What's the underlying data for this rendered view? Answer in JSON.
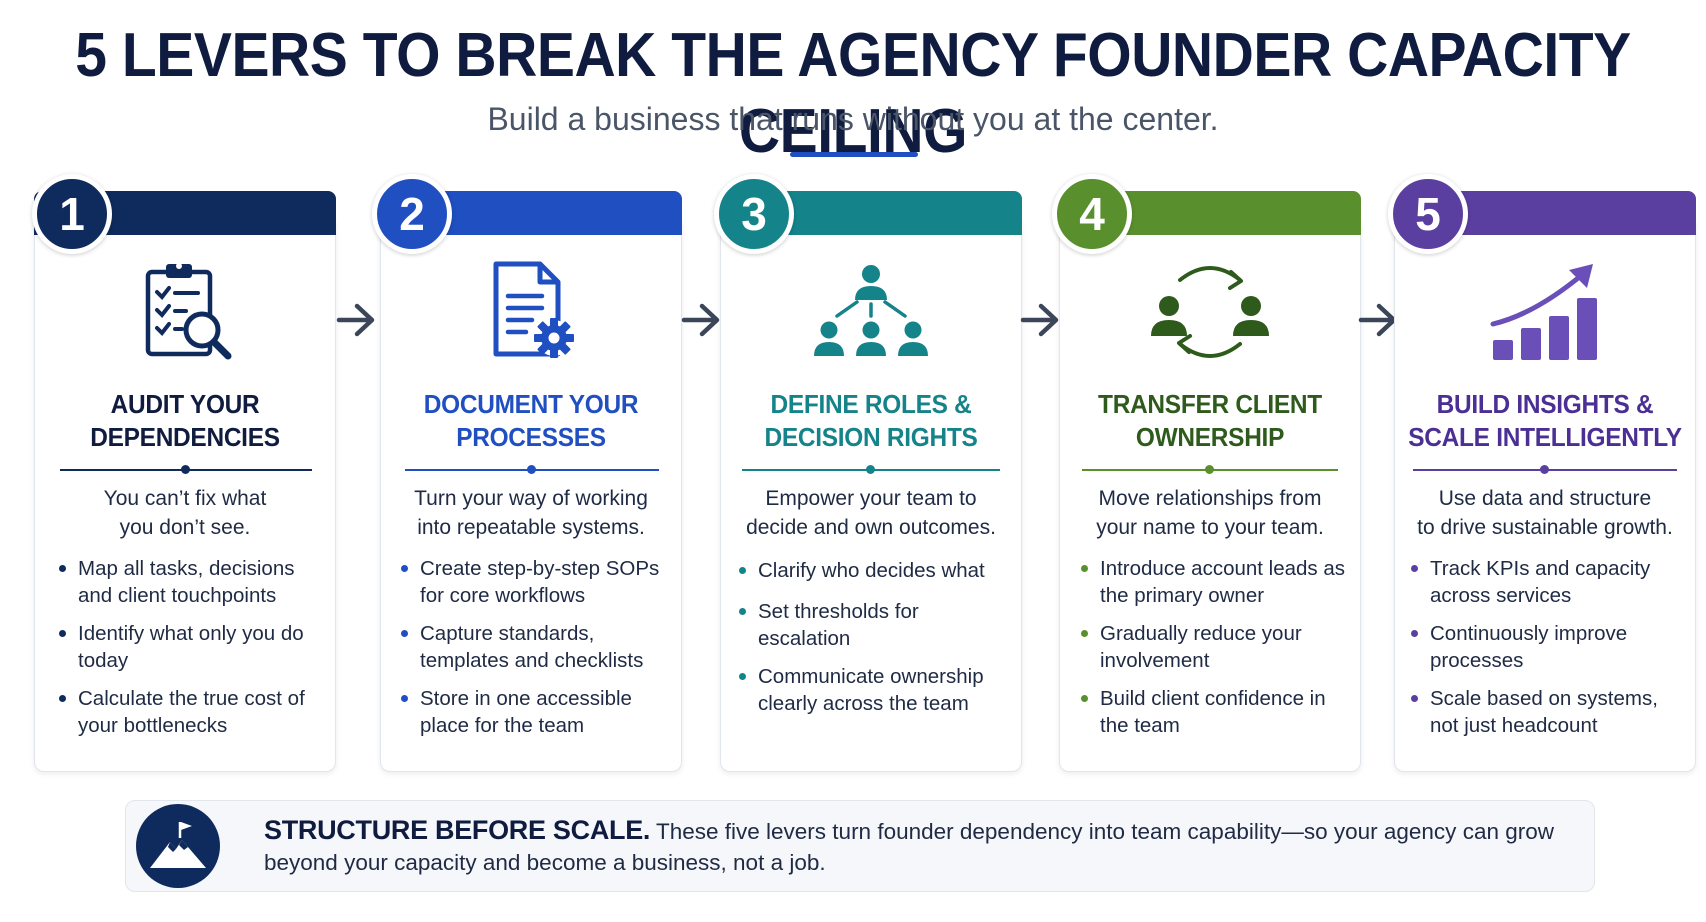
{
  "header": {
    "title": "5 LEVERS TO BREAK THE AGENCY FOUNDER CAPACITY CEILING",
    "subtitle": "Build a business that runs without you at the center."
  },
  "colors": {
    "navy": "#0f2a5c",
    "blue": "#1f4fc0",
    "teal": "#15838a",
    "green": "#5a8f2e",
    "purple": "#5b3fa0"
  },
  "levers": [
    {
      "number": "1",
      "title_line1": "AUDIT YOUR",
      "title_line2": "DEPENDENCIES",
      "intro_line1": "You can’t fix what",
      "intro_line2": "you don’t see.",
      "icon": "clipboard-checklist-magnifier-icon",
      "bullets": [
        "Map all tasks, decisions and client touchpoints",
        "Identify what only you do today",
        "Calculate the true cost of your bottlenecks"
      ]
    },
    {
      "number": "2",
      "title_line1": "DOCUMENT YOUR",
      "title_line2": "PROCESSES",
      "intro_line1": "Turn your way of working",
      "intro_line2": "into repeatable systems.",
      "icon": "document-gear-icon",
      "bullets": [
        "Create step-by-step SOPs for core workflows",
        "Capture standards, templates and checklists",
        "Store in one accessible place for the team"
      ]
    },
    {
      "number": "3",
      "title_line1": "DEFINE ROLES &",
      "title_line2": "DECISION RIGHTS",
      "intro_line1": "Empower your team to",
      "intro_line2": "decide and own outcomes.",
      "icon": "org-chart-icon",
      "bullets": [
        "Clarify who decides what",
        "Set thresholds for escalation",
        "Communicate ownership clearly across the team"
      ]
    },
    {
      "number": "4",
      "title_line1": "TRANSFER CLIENT",
      "title_line2": "OWNERSHIP",
      "intro_line1": "Move relationships from",
      "intro_line2": "your name to your team.",
      "icon": "people-exchange-icon",
      "bullets": [
        "Introduce account leads as the primary owner",
        "Gradually reduce your involvement",
        "Build client confidence in the team"
      ]
    },
    {
      "number": "5",
      "title_line1": "BUILD INSIGHTS &",
      "title_line2": "SCALE INTELLIGENTLY",
      "intro_line1": "Use data and structure",
      "intro_line2": "to drive sustainable growth.",
      "icon": "growth-chart-icon",
      "bullets": [
        "Track KPIs and capacity across services",
        "Continuously improve processes",
        "Scale based on systems, not just headcount"
      ]
    }
  ],
  "footer": {
    "lead": "STRUCTURE BEFORE SCALE.",
    "text": "These five levers turn founder dependency into team capability—so your agency can grow beyond your capacity and become a business, not a job.",
    "icon": "mountain-flag-icon"
  }
}
